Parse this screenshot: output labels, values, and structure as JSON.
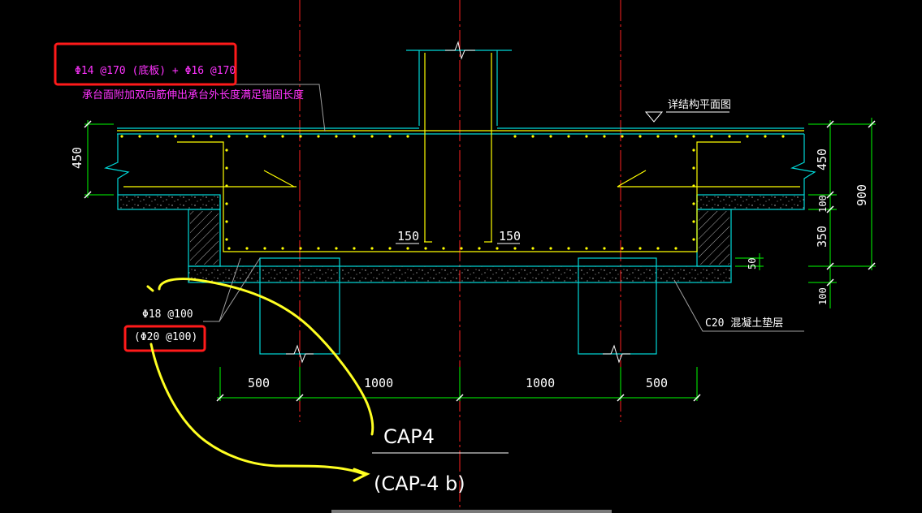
{
  "colors": {
    "background": "#000000",
    "concrete_outline": "#00d8d8",
    "rebar": "#ffff00",
    "centerline": "#ff2020",
    "dimension": "#00ff00",
    "text_white": "#ffffff",
    "text_magenta": "#ff33ff",
    "highlight_box": "#ff1a1a",
    "hatch": "#b0b0b0",
    "leader": "#a0a0a0",
    "markup": "#ffff22"
  },
  "labels": {
    "top_bar_spec": "Φ14 @170 (底板) + Φ16 @170",
    "top_bar_note": "承台面附加双向筋伸出承台外长度满足锚固长度",
    "plan_ref": "详结构平面图",
    "left_bar": "Φ18 @100",
    "left_bar_alt": "(Φ20 @100)",
    "cushion": "C20 混凝土垫层",
    "cap_name": "CAP4",
    "cap_alt": "(CAP-4 b)",
    "inner_left": "150",
    "inner_right": "150"
  },
  "dimensions": {
    "bottom": [
      "500",
      "1000",
      "1000",
      "500"
    ],
    "left": "450",
    "right_stack": [
      "450",
      "100",
      "350",
      "100"
    ],
    "right_total": "900",
    "right_small": "50"
  },
  "icons": [
    "break-line-icon",
    "level-marker-icon",
    "concrete-stipple-pattern",
    "hatch-pattern"
  ]
}
